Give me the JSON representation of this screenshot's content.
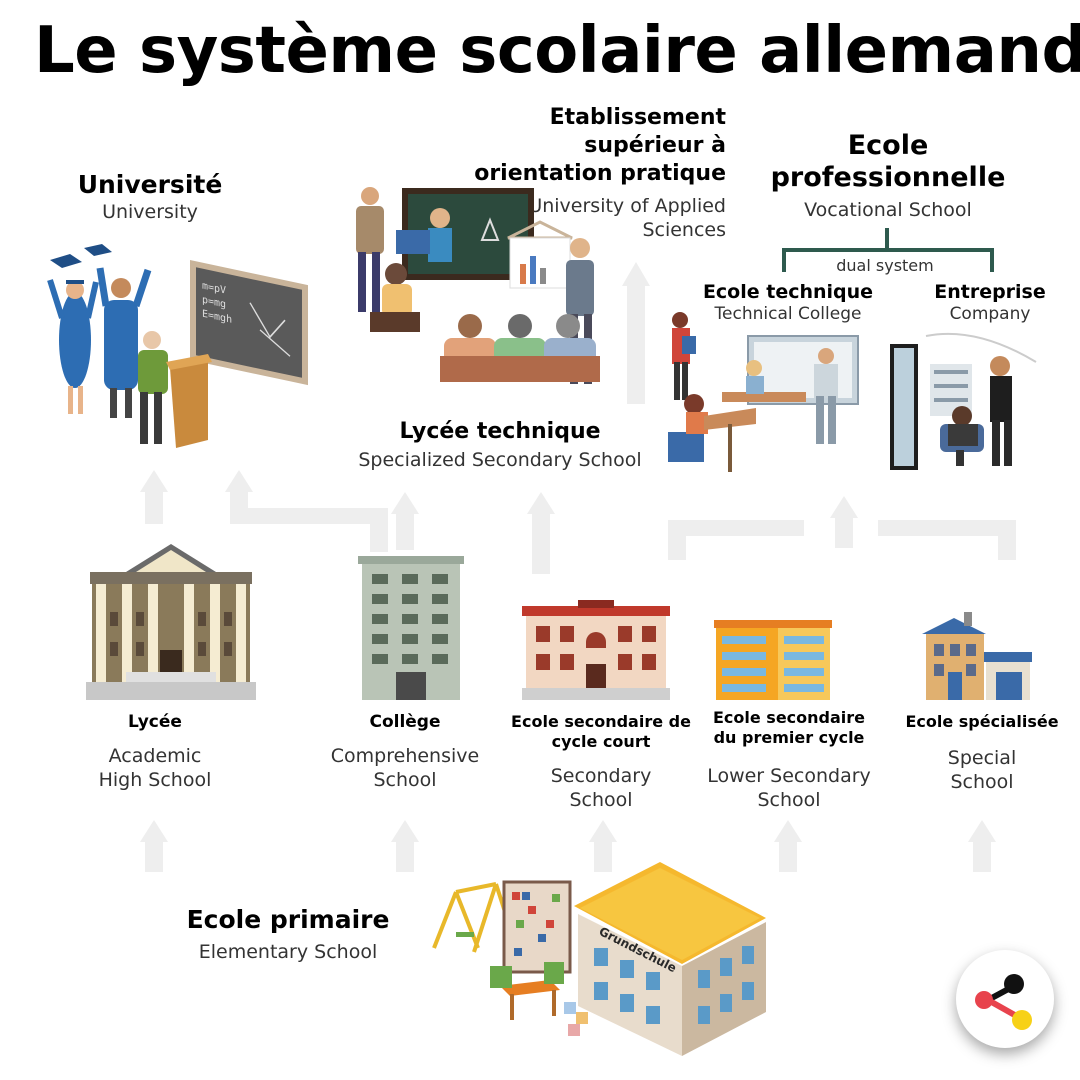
{
  "title": "Le système scolaire allemand",
  "nodes": {
    "universite": {
      "fr": "Université",
      "en": "University"
    },
    "applied": {
      "fr_lines": [
        "Etablissement",
        "supérieur à",
        "orientation pratique"
      ],
      "en_lines": [
        "University of Applied",
        "Sciences"
      ]
    },
    "vocational": {
      "fr_lines": [
        "Ecole",
        "professionnelle"
      ],
      "en": "Vocational School"
    },
    "dual": {
      "label": "dual system"
    },
    "technical_college": {
      "fr": "Ecole technique",
      "en": "Technical College"
    },
    "company": {
      "fr": "Entreprise",
      "en": "Company"
    },
    "lycee_technique": {
      "fr": "Lycée technique",
      "en": "Specialized Secondary School"
    },
    "lycee": {
      "fr": "Lycée",
      "en_lines": [
        "Academic",
        "High School"
      ]
    },
    "college": {
      "fr": "Collège",
      "en_lines": [
        "Comprehensive",
        "School"
      ]
    },
    "secondaire_court": {
      "fr_lines": [
        "Ecole secondaire de",
        "cycle court"
      ],
      "en_lines": [
        "Secondary",
        "School"
      ]
    },
    "secondaire_premier": {
      "fr_lines": [
        "Ecole secondaire",
        "du premier cycle"
      ],
      "en_lines": [
        "Lower Secondary",
        "School"
      ]
    },
    "specialisee": {
      "fr": "Ecole spécialisée",
      "en_lines": [
        "Special",
        "School"
      ]
    },
    "primaire": {
      "fr": "Ecole primaire",
      "en": "Elementary School"
    }
  },
  "illustration_text": {
    "board": [
      "m=pV",
      "p=mg",
      "E=mgh"
    ],
    "school_sign": "Grundschule"
  },
  "colors": {
    "arrow": "#eeeeee",
    "dual_bracket": "#2e5a4e",
    "logo_black": "#111111",
    "logo_red": "#e8434d",
    "logo_yellow": "#f7d117"
  }
}
